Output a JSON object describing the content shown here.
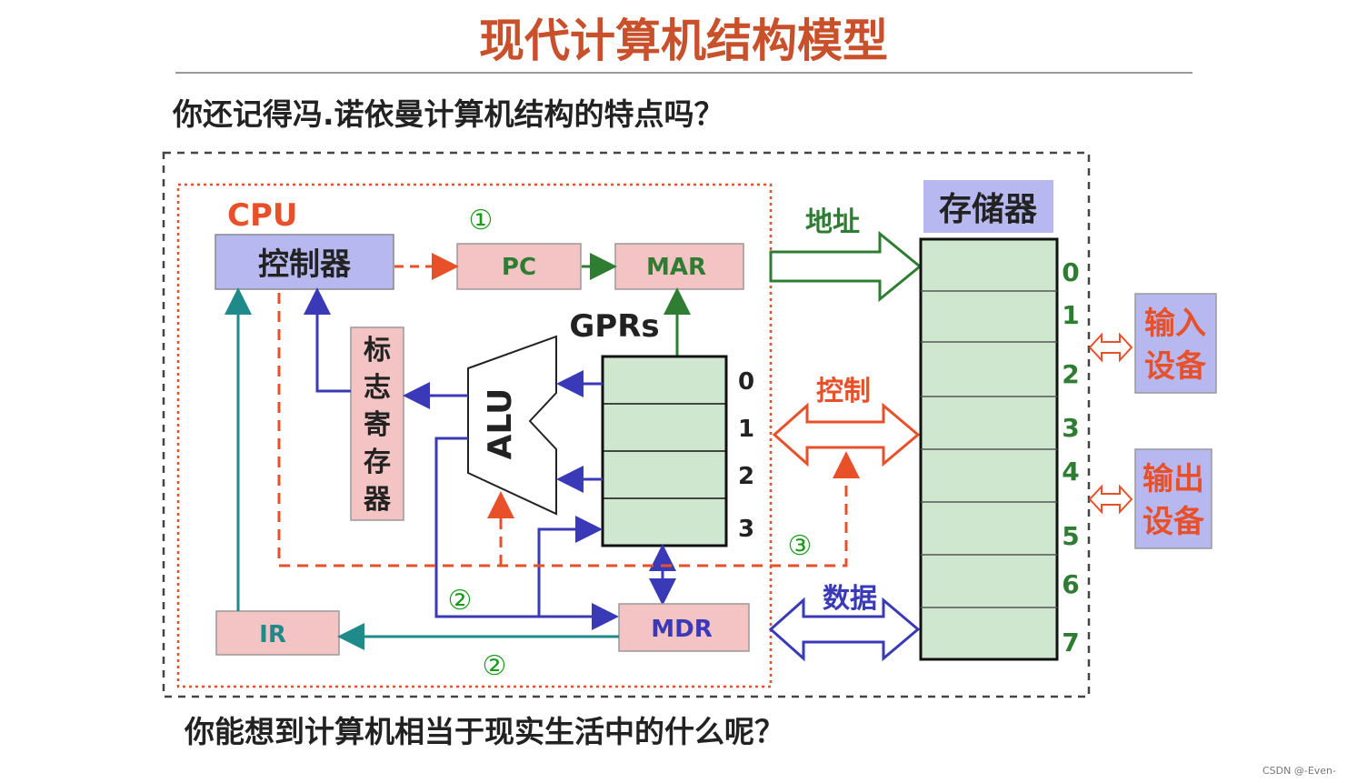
{
  "title": "现代计算机结构模型",
  "question_top": "你还记得冯.诺依曼计算机结构的特点吗？",
  "question_bottom": "你能想到计算机相当于现实生活中的什么呢？",
  "cpu_label": "CPU",
  "controller_label": "控制器",
  "pc_label": "PC",
  "mar_label": "MAR",
  "gprs_label": "GPRs",
  "alu_label": "ALU",
  "flag_register_chars": [
    "标",
    "志",
    "寄",
    "存",
    "器"
  ],
  "gpr_indices": [
    "0",
    "1",
    "2",
    "3"
  ],
  "ir_label": "IR",
  "mdr_label": "MDR",
  "memory_label": "存储器",
  "memory_indices": [
    "0",
    "1",
    "2",
    "3",
    "4",
    "5",
    "6",
    "7"
  ],
  "bus_address_label": "地址",
  "bus_control_label": "控制",
  "bus_data_label": "数据",
  "input_device_lines": [
    "输入",
    "设备"
  ],
  "output_device_lines": [
    "输出",
    "设备"
  ],
  "step_markers": {
    "step1": "①",
    "step2a": "②",
    "step2b": "②",
    "step3": "③"
  },
  "watermark": "CSDN @-Even-",
  "colors": {
    "title": "#c8502a",
    "cpu_label": "#e8502a",
    "green_arrow": "#2e7d32",
    "red_dash": "#e8502a",
    "blue_arrow": "#3a3ab8",
    "teal_arrow": "#1e8a8a",
    "box_purple": "#b8b8f0",
    "box_pink": "#f4c4c4",
    "box_green": "#cfe6cf",
    "step_marker": "#1a9a1a"
  }
}
